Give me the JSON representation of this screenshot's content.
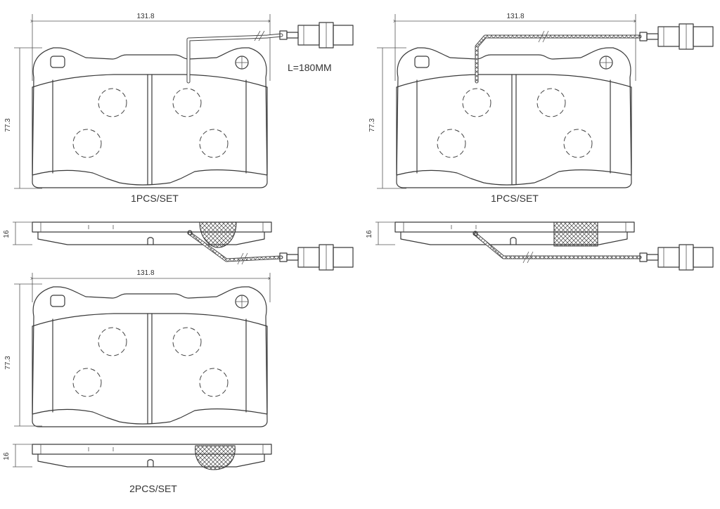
{
  "dimensions": {
    "width_value": "131.8",
    "height_value": "77.3",
    "thickness_value": "16"
  },
  "labels": {
    "wire_length": "L=180MM",
    "set_top_left": "1PCS/SET",
    "set_top_right": "1PCS/SET",
    "set_bottom": "2PCS/SET"
  },
  "colors": {
    "line": "#3a3a3a",
    "background": "#ffffff"
  }
}
